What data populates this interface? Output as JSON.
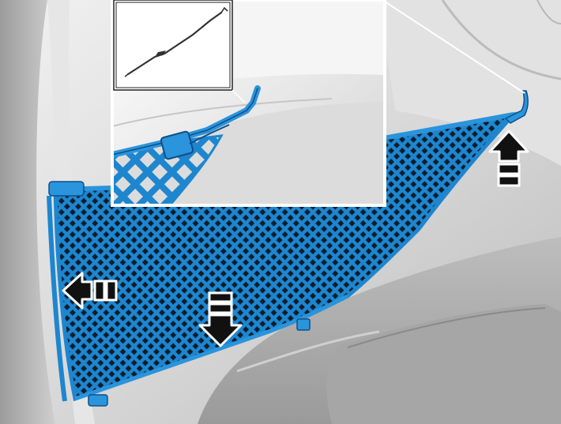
{
  "figure": {
    "subject": "cargo-net-removal-illustration",
    "inset": {
      "tool": "trim-removal-tool",
      "detail": "net-hook-clip"
    },
    "arrows": [
      {
        "name": "arrow-up",
        "direction": "up"
      },
      {
        "name": "arrow-left",
        "direction": "left"
      },
      {
        "name": "arrow-down",
        "direction": "down"
      }
    ],
    "colors": {
      "net": "#1e86cf",
      "net_dark": "#0f4f88",
      "trim_light": "#e9e9e9",
      "trim_mid": "#cfcfcf",
      "trim_dark": "#a9a9a9",
      "frame": "#ffffff",
      "arrow_fill": "#111111"
    }
  }
}
